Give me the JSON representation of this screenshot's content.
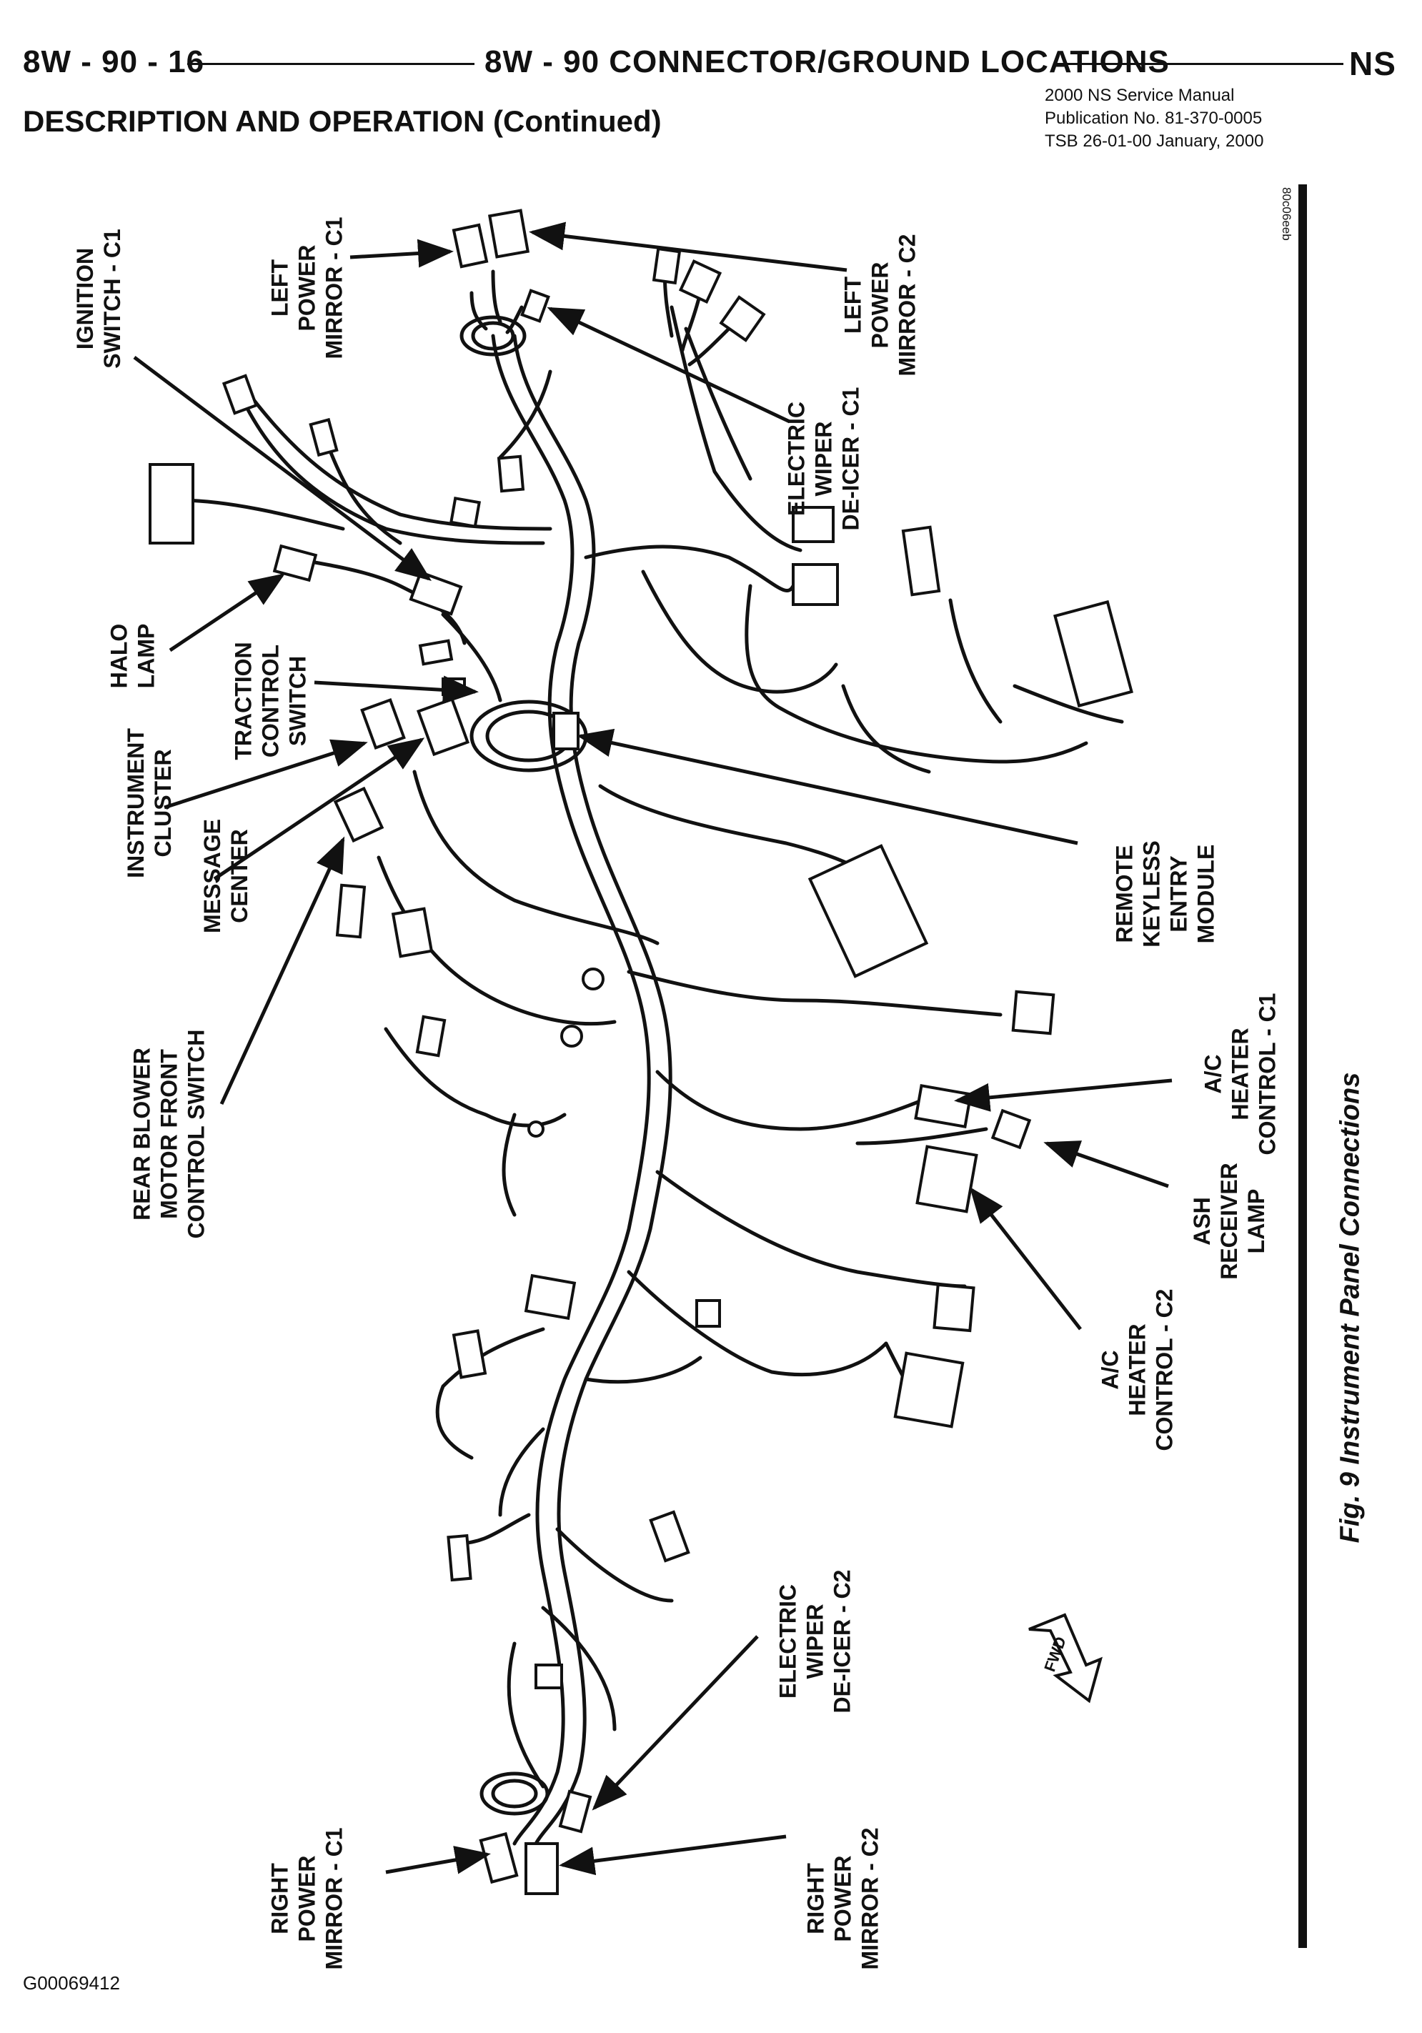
{
  "header": {
    "left": "8W - 90 - 16",
    "center": "8W - 90 CONNECTOR/GROUND LOCATIONS",
    "right": "NS",
    "subheading": "DESCRIPTION AND OPERATION (Continued)",
    "publication": [
      "2000 NS Service Manual",
      "Publication No. 81-370-0005",
      "TSB 26-01-00   January, 2000"
    ]
  },
  "figure": {
    "id_code": "80c06eeb",
    "caption": "Fig. 9 Instrument Panel Connections",
    "fwd_label": "FWD"
  },
  "labels": {
    "ignition_switch_c1": [
      "IGNITION",
      "SWITCH - C1"
    ],
    "left_power_mirror_c1": [
      "LEFT",
      "POWER",
      "MIRROR - C1"
    ],
    "left_power_mirror_c2": [
      "LEFT",
      "POWER",
      "MIRROR - C2"
    ],
    "electric_wiper_deicer_c1": [
      "ELECTRIC",
      "WIPER",
      "DE-ICER - C1"
    ],
    "halo_lamp": [
      "HALO",
      "LAMP"
    ],
    "traction_control_switch": [
      "TRACTION",
      "CONTROL",
      "SWITCH"
    ],
    "instrument_cluster": [
      "INSTRUMENT",
      "CLUSTER"
    ],
    "message_center": [
      "MESSAGE",
      "CENTER"
    ],
    "remote_keyless_entry_module": [
      "REMOTE",
      "KEYLESS",
      "ENTRY",
      "MODULE"
    ],
    "rear_blower_motor_front_control_switch": [
      "REAR BLOWER",
      "MOTOR FRONT",
      "CONTROL SWITCH"
    ],
    "ac_heater_control_c1": [
      "A/C",
      "HEATER",
      "CONTROL - C1"
    ],
    "ash_receiver_lamp": [
      "ASH",
      "RECEIVER",
      "LAMP"
    ],
    "ac_heater_control_c2": [
      "A/C",
      "HEATER",
      "CONTROL - C2"
    ],
    "electric_wiper_deicer_c2": [
      "ELECTRIC",
      "WIPER",
      "DE-ICER - C2"
    ],
    "right_power_mirror_c1": [
      "RIGHT",
      "POWER",
      "MIRROR - C1"
    ],
    "right_power_mirror_c2": [
      "RIGHT",
      "POWER",
      "MIRROR - C2"
    ]
  },
  "footer": {
    "code": "G00069412"
  }
}
